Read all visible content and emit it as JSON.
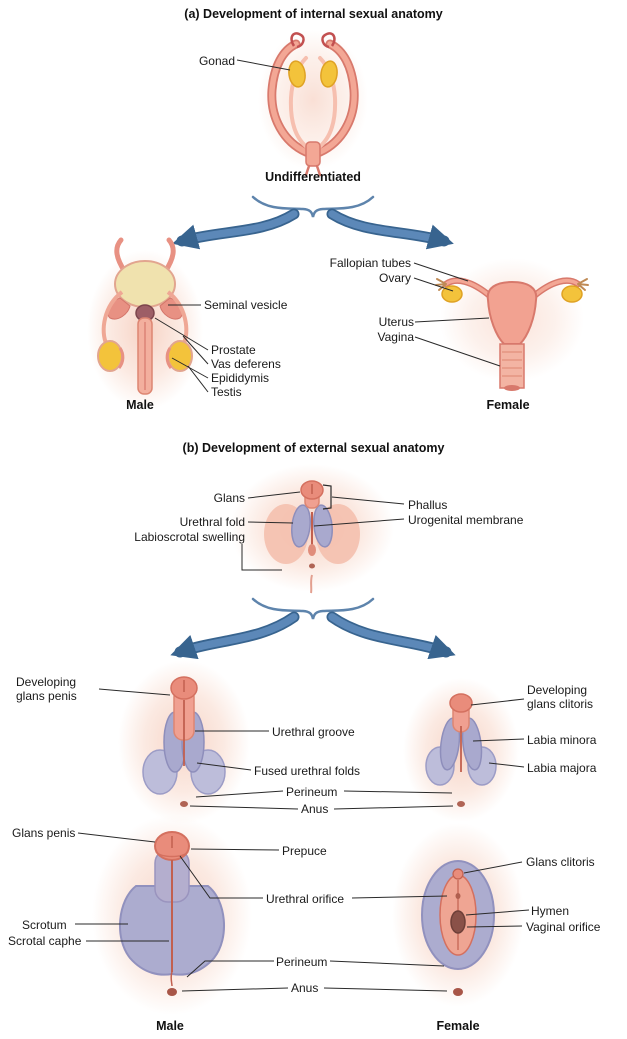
{
  "section_a": {
    "title": "(a) Development of internal sexual anatomy",
    "undiff_caption": "Undifferentiated",
    "male_caption": "Male",
    "female_caption": "Female",
    "labels": {
      "gonad": "Gonad",
      "seminal_vesicle": "Seminal vesicle",
      "prostate": "Prostate",
      "vas_deferens": "Vas deferens",
      "epididymis": "Epididymis",
      "testis": "Testis",
      "fallopian_tubes": "Fallopian tubes",
      "ovary": "Ovary",
      "uterus": "Uterus",
      "vagina": "Vagina"
    }
  },
  "section_b": {
    "title": "(b) Development of external sexual anatomy",
    "male_caption": "Male",
    "female_caption": "Female",
    "labels": {
      "glans": "Glans",
      "urethral_fold": "Urethral fold",
      "labioscrotal_swelling": "Labioscrotal swelling",
      "phallus": "Phallus",
      "urogenital_membrane": "Urogenital membrane",
      "developing_glans_penis": "Developing glans penis",
      "urethral_groove": "Urethral groove",
      "fused_urethral_folds": "Fused urethral folds",
      "perineum_developing": "Perineum",
      "anus_developing": "Anus",
      "developing_glans_clitoris": "Developing glans clitoris",
      "labia_minora": "Labia minora",
      "labia_majora": "Labia majora",
      "glans_penis": "Glans penis",
      "scrotum": "Scrotum",
      "scrotal_raphe": "Scrotal caphe",
      "prepuce": "Prepuce",
      "urethral_orifice": "Urethral orifice",
      "perineum_mature": "Perineum",
      "anus_mature": "Anus",
      "glans_clitoris": "Glans clitoris",
      "hymen": "Hymen",
      "vaginal_orifice": "Vaginal orifice"
    }
  },
  "colors": {
    "arrow_blue": "#38648F",
    "arrow_blue_light": "#5C88B8",
    "anatomy_pink": "#F3A795",
    "anatomy_deep_pink": "#E98C7B",
    "anatomy_outline": "#D8796C",
    "gonad_yellow": "#F3C33B",
    "fold_purple": "#A9A9CE",
    "swelling_purple": "#BDBDDA",
    "bladder_yellow": "#F0E2AE",
    "prostate_maroon": "#9D5E66",
    "orifice_brown": "#8A5148",
    "leader_line": "#2A2A2A",
    "background": "#FFFFFF"
  }
}
